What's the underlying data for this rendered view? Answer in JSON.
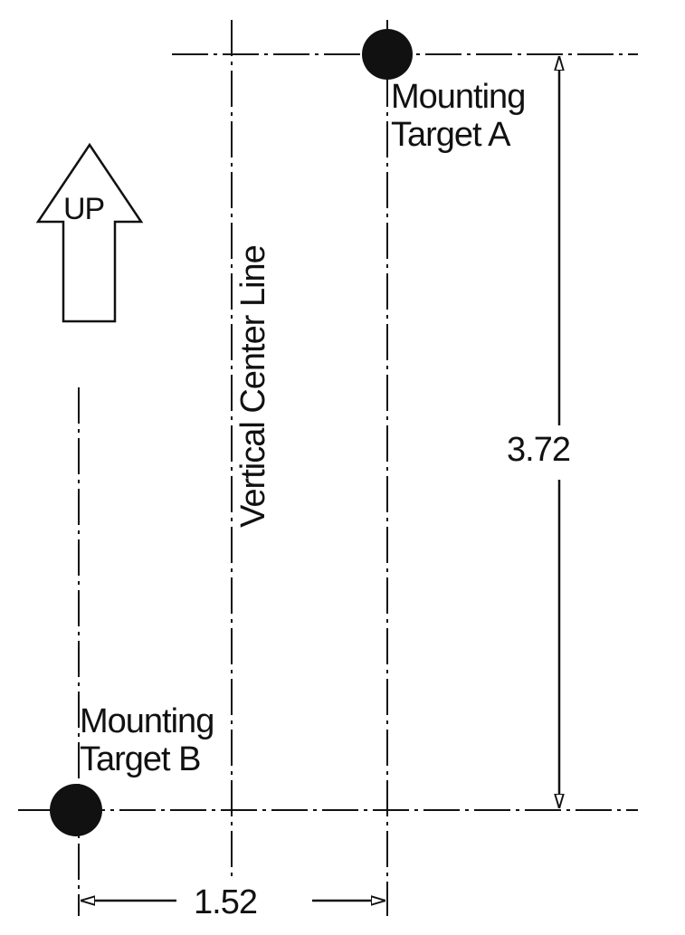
{
  "diagram": {
    "targets": {
      "a": {
        "line1": "Mounting",
        "line2": "Target A"
      },
      "b": {
        "line1": "Mounting",
        "line2": "Target B"
      }
    },
    "arrow": {
      "label": "UP"
    },
    "centerline": {
      "label": "Vertical Center Line"
    },
    "dimensions": {
      "vertical": "3.72",
      "horizontal": "1.52"
    },
    "colors": {
      "ink": "#111111",
      "background": "#ffffff"
    }
  }
}
